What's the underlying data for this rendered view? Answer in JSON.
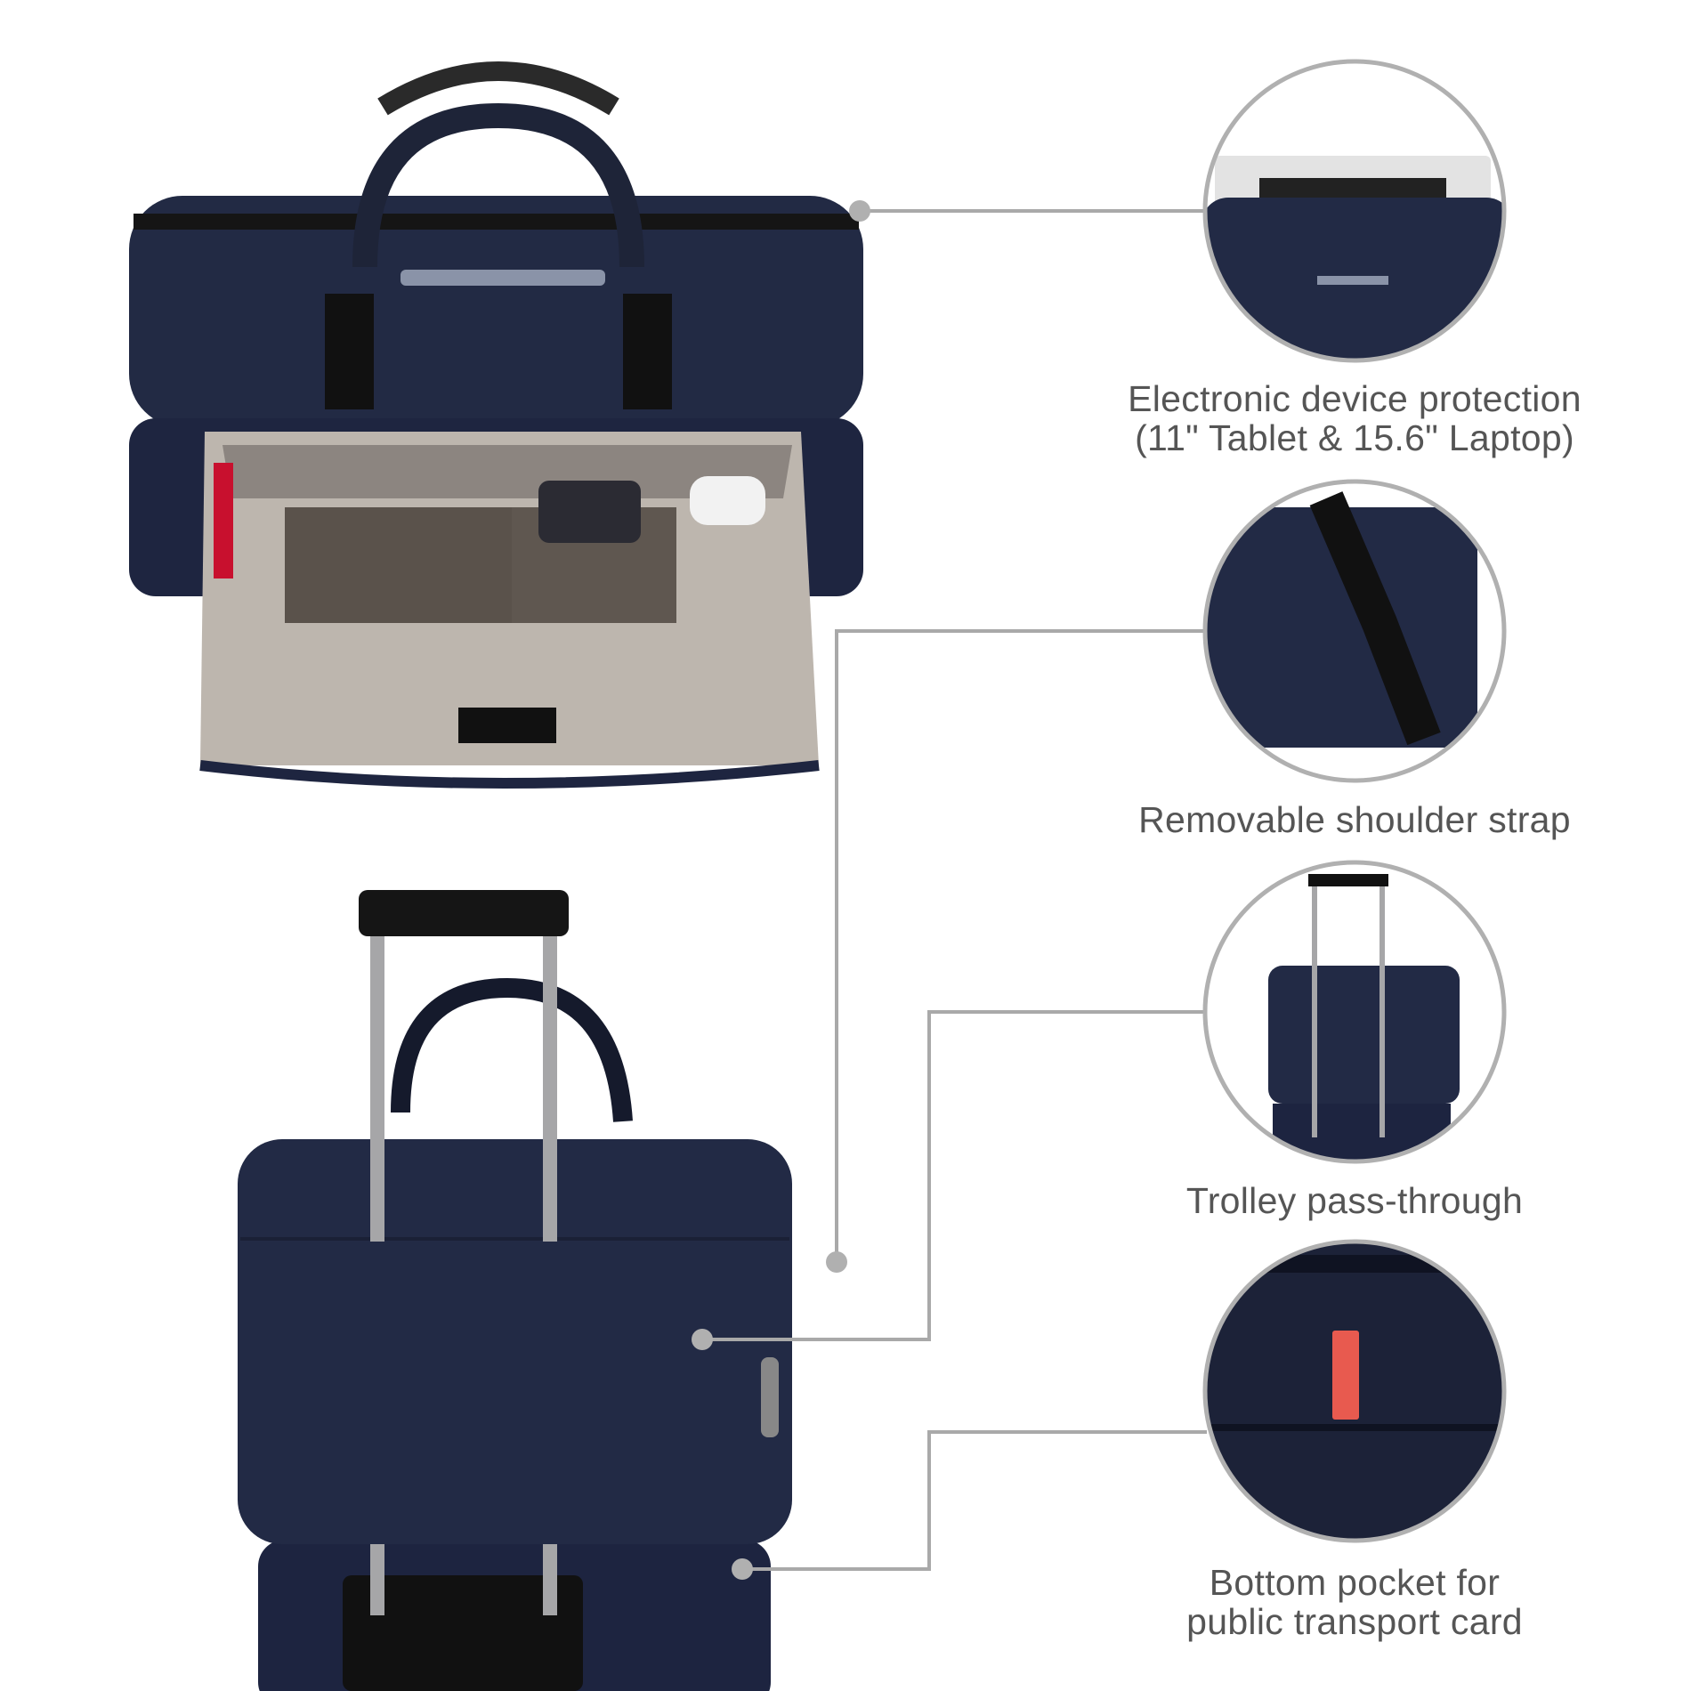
{
  "features": [
    {
      "label_lines": [
        "Electronic device protection",
        "(11\" Tablet & 15.6\" Laptop)"
      ],
      "icon": "laptop-sleeve-detail"
    },
    {
      "label_lines": [
        "Removable shoulder strap"
      ],
      "icon": "shoulder-strap-detail"
    },
    {
      "label_lines": [
        "Trolley pass-through"
      ],
      "icon": "trolley-sleeve-detail"
    },
    {
      "label_lines": [
        "Bottom pocket for",
        "public transport card"
      ],
      "icon": "card-pocket-detail"
    }
  ],
  "colors": {
    "bag_navy": "#1f2740",
    "lining_grey": "#bdb6ae",
    "callout_line": "#a9a9a9",
    "accent_red": "#c8102e"
  }
}
